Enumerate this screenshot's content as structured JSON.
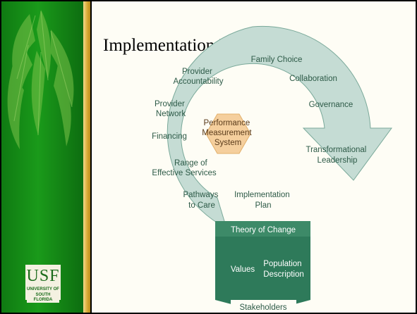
{
  "slide": {
    "title": "Implementation Factors"
  },
  "logo": {
    "letters": "USF",
    "subline1": "UNIVERSITY OF",
    "subline2": "SOUTH FLORIDA"
  },
  "diagram": {
    "center": [
      "Performance",
      "Measurement",
      "System"
    ],
    "ring_labels": {
      "family_choice": "Family Choice",
      "provider_accountability": [
        "Provider",
        "Accountability"
      ],
      "collaboration": "Collaboration",
      "governance": "Governance",
      "provider_network": [
        "Provider",
        "Network"
      ],
      "financing": "Financing",
      "transformational_leadership": [
        "Transformational",
        "Leadership"
      ],
      "range_of_services": [
        "Range of",
        "Effective Services"
      ],
      "pathways": [
        "Pathways",
        "to Care"
      ],
      "implementation_plan": [
        "Implementation",
        "Plan"
      ]
    },
    "banner": {
      "theory": "Theory of Change",
      "values": "Values",
      "population": [
        "Population",
        "Description"
      ],
      "stakeholders": "Stakeholders"
    },
    "colors": {
      "ring": "#c5dcd4",
      "ring_stroke": "#7aa99a",
      "banner": "#2e7a5a",
      "hexagon": "#f5cf9d",
      "text_dark": "#2d5a47",
      "sidebar_green": "#1a9a1a",
      "gold": "#d6a832"
    }
  }
}
